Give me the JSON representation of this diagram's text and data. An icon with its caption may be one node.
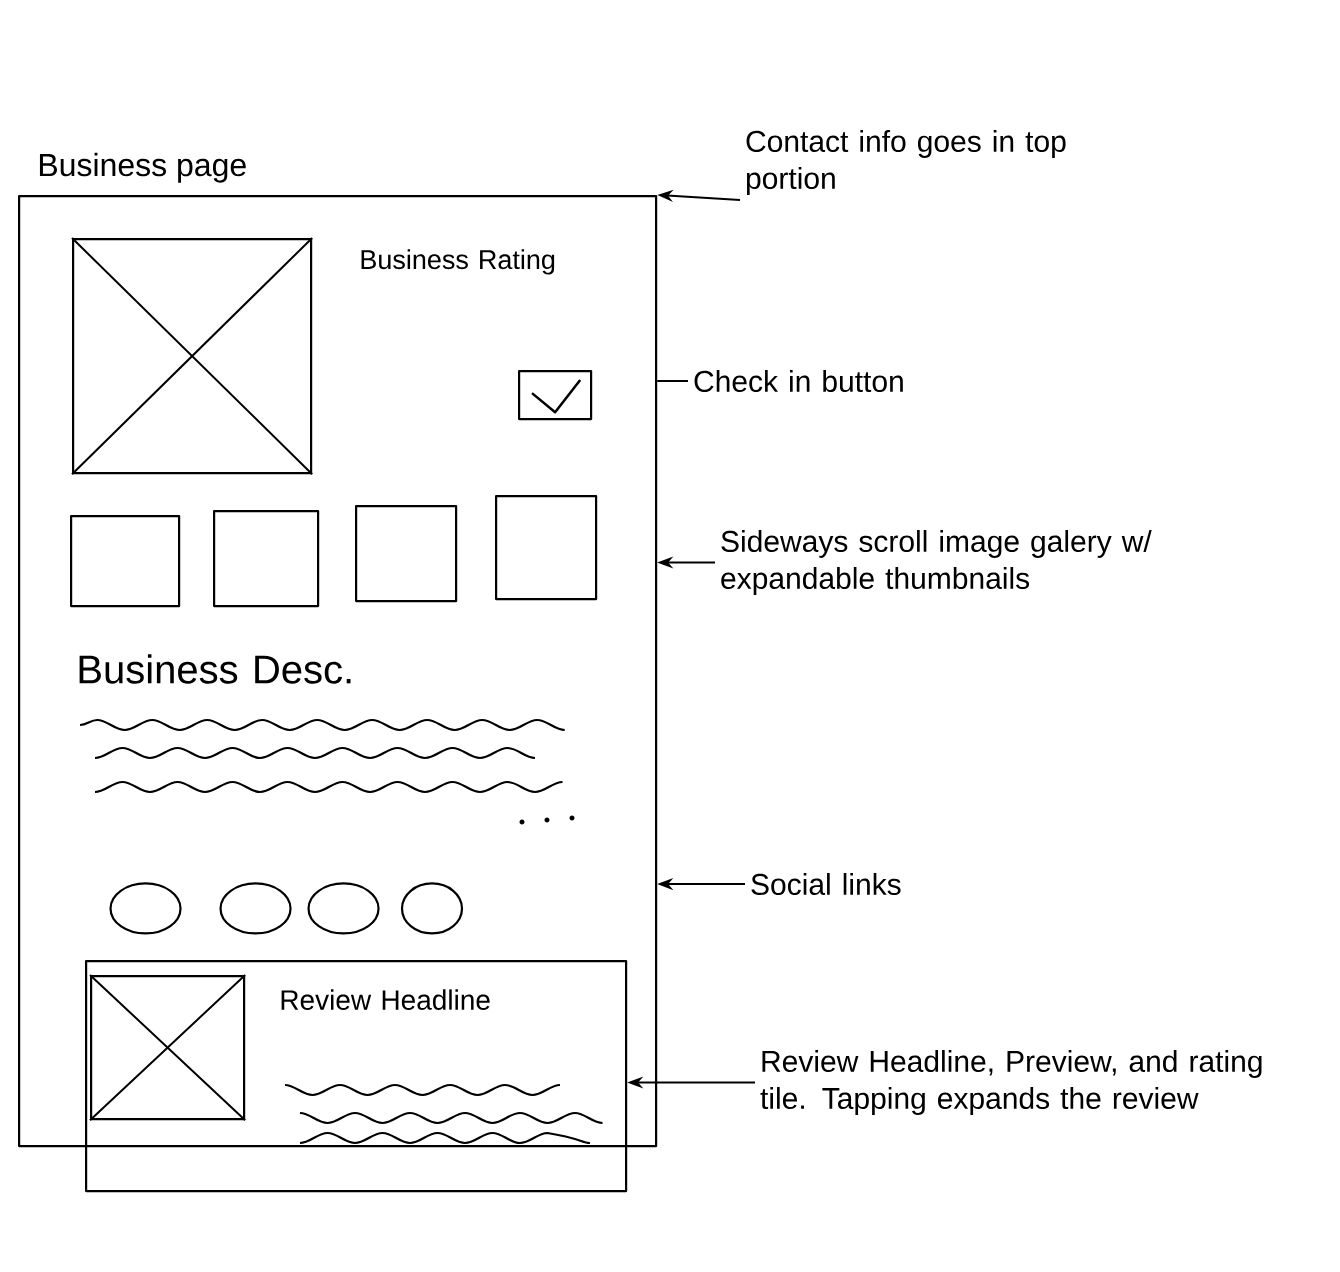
{
  "diagram": {
    "nodes": [
      {
        "text": [
          "Business page"
        ]
      },
      {
        "text": [],
        "shape": "box",
        "in": 0
      },
      {
        "text": [],
        "shape": "box",
        "in": 0
      },
      {
        "text": [],
        "shape": "box",
        "in": 0
      },
      {
        "text": [],
        "shape": "box",
        "in": 0
      },
      {
        "text": [],
        "shape": "box",
        "in": 0
      },
      {
        "text": [],
        "shape": "box",
        "in": 0
      },
      {
        "text": [],
        "shape": "circle",
        "in": 0
      },
      {
        "text": [],
        "shape": "circle",
        "in": 0
      },
      {
        "text": [],
        "shape": "circle",
        "in": 0
      },
      {
        "text": [],
        "shape": "circle",
        "in": 0
      },
      {
        "text": [
          "Review Headline"
        ]
      },
      {
        "text": [],
        "shape": "box",
        "in": 11
      },
      {
        "text": [
          "Contact info goes in top portion"
        ]
      },
      {
        "text": [
          "Check in button"
        ]
      },
      {
        "text": [
          "Sideways scroll image galery w/ expandable thumbnails"
        ]
      },
      {
        "text": [
          "Social links"
        ]
      },
      {
        "text": [
          "Review Headline, Preview, and rating tile. Tapping expands the review"
        ]
      }
    ],
    "edges": [
      {
        "from": 13,
        "to": 0,
        "arrow": "to"
      },
      {
        "from": 14,
        "to": 0,
        "arrow": "none"
      },
      {
        "from": 15,
        "to": 0,
        "arrow": "to"
      },
      {
        "from": 16,
        "to": 0,
        "arrow": "to"
      },
      {
        "from": 17,
        "to": 11,
        "arrow": "to"
      }
    ],
    "labels": [
      "Business Rating",
      "Business Desc."
    ]
  }
}
